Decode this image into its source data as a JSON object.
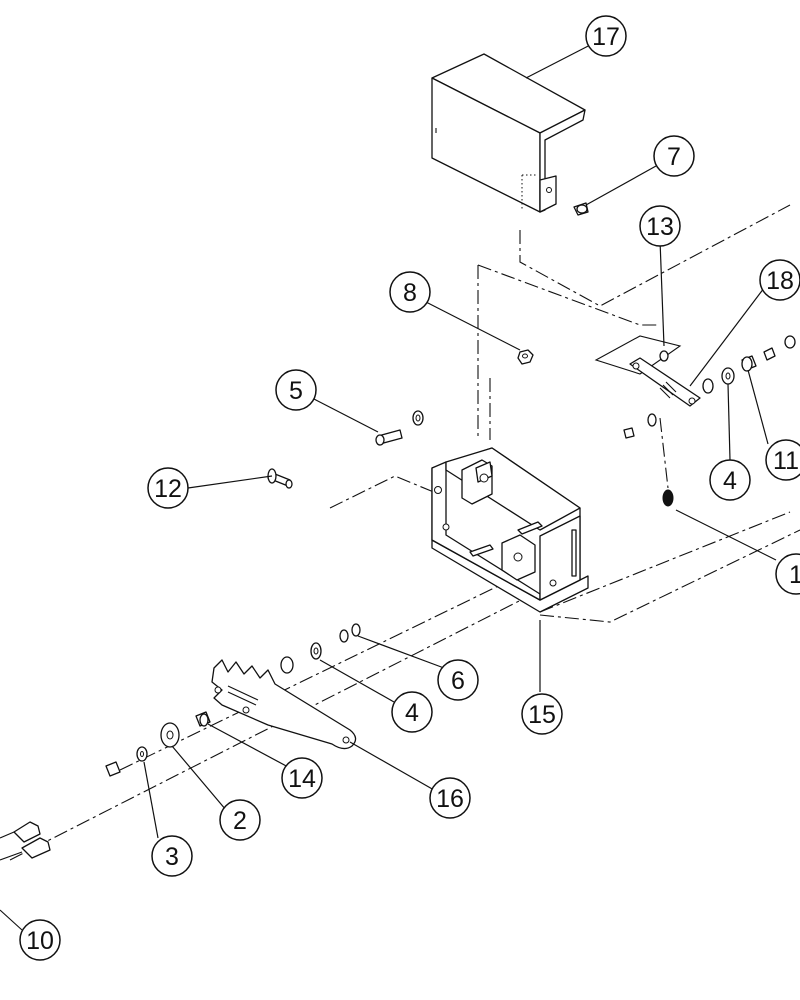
{
  "diagram": {
    "type": "exploded-parts-drawing",
    "callouts": [
      {
        "id": "c17",
        "label": "17"
      },
      {
        "id": "c7",
        "label": "7"
      },
      {
        "id": "c13",
        "label": "13"
      },
      {
        "id": "c18",
        "label": "18"
      },
      {
        "id": "c8",
        "label": "8"
      },
      {
        "id": "c5",
        "label": "5"
      },
      {
        "id": "c12",
        "label": "12"
      },
      {
        "id": "c11",
        "label": "11"
      },
      {
        "id": "c4a",
        "label": "4"
      },
      {
        "id": "c1",
        "label": "1"
      },
      {
        "id": "c6",
        "label": "6"
      },
      {
        "id": "c4b",
        "label": "4"
      },
      {
        "id": "c15",
        "label": "15"
      },
      {
        "id": "c14",
        "label": "14"
      },
      {
        "id": "c16",
        "label": "16"
      },
      {
        "id": "c2",
        "label": "2"
      },
      {
        "id": "c3",
        "label": "3"
      },
      {
        "id": "c10",
        "label": "10"
      }
    ]
  }
}
